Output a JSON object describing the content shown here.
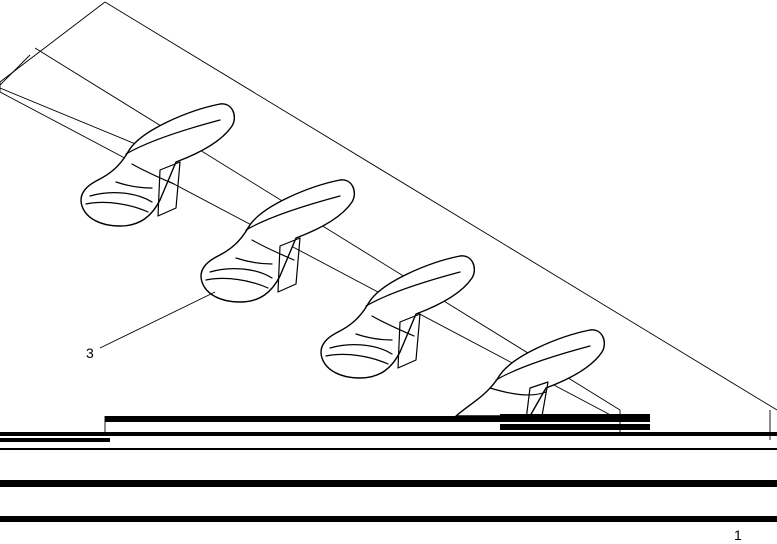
{
  "drawing": {
    "description_labels": {
      "callout_3": "3",
      "callout_1": "1"
    },
    "teeth_count": 4
  },
  "colors": {
    "ink": "#000000",
    "paper": "#ffffff"
  }
}
